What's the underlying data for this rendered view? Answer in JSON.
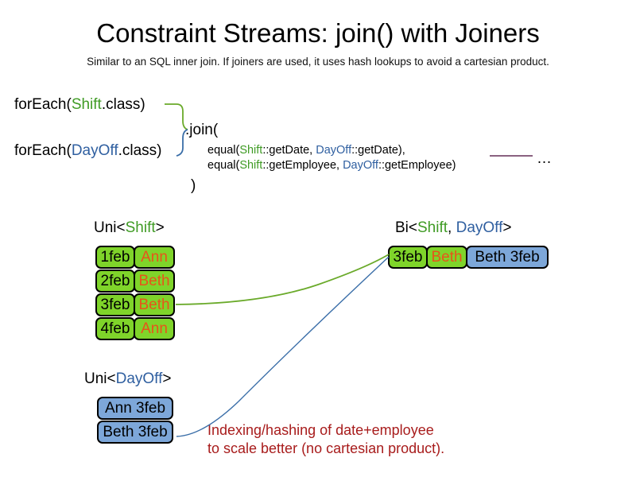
{
  "slide": {
    "title": "Constraint Streams: join() with Joiners",
    "subtitle": "Similar to an SQL inner join. If joiners are used, it uses hash lookups to avoid a cartesian product."
  },
  "code": {
    "foreach_shift": {
      "prefix": "forEach(",
      "type": "Shift",
      "suffix": ".class)"
    },
    "foreach_dayoff": {
      "prefix": "forEach(",
      "type": "DayOff",
      "suffix": ".class)"
    },
    "join_open": ".join(",
    "join_close": ")",
    "equal_lines": [
      {
        "prefix": "equal(",
        "left_type": "Shift",
        "left_method": "::getDate, ",
        "right_type": "DayOff",
        "right_method": "::getDate),",
        "suffix": ""
      },
      {
        "prefix": "equal(",
        "left_type": "Shift",
        "left_method": "::getEmployee, ",
        "right_type": "DayOff",
        "right_method": "::getEmployee)",
        "suffix": ""
      }
    ],
    "ellipsis": "…"
  },
  "streams": {
    "uni_shift": {
      "label_prefix": "Uni<",
      "label_type": "Shift",
      "label_suffix": ">",
      "rows": [
        {
          "date": "1feb",
          "employee": "Ann"
        },
        {
          "date": "2feb",
          "employee": "Beth"
        },
        {
          "date": "3feb",
          "employee": "Beth"
        },
        {
          "date": "4feb",
          "employee": "Ann"
        }
      ]
    },
    "uni_dayoff": {
      "label_prefix": "Uni<",
      "label_type": "DayOff",
      "label_suffix": ">",
      "rows": [
        {
          "pair": "Ann 3feb"
        },
        {
          "pair": "Beth 3feb"
        }
      ]
    },
    "bi": {
      "label_prefix": "Bi<",
      "label_type_a": "Shift",
      "label_separator": ", ",
      "label_type_b": "DayOff",
      "label_suffix": ">",
      "row": {
        "date": "3feb",
        "employee": "Beth",
        "pair": "Beth 3feb"
      }
    }
  },
  "annotation": {
    "line1": "Indexing/hashing of date+employee",
    "line2": "to scale better (no cartesian product)."
  },
  "colors": {
    "shift_green": "#3f9b24",
    "dayoff_blue": "#2f5fa0",
    "box_green": "#7fd42a",
    "box_blue": "#7da7d9",
    "employee_orange": "#e8541a",
    "annotation_red": "#a81c1c",
    "connector_green": "#6aaa2a",
    "connector_blue": "#3a6ea8",
    "divider_purple": "#7a4b6e"
  }
}
